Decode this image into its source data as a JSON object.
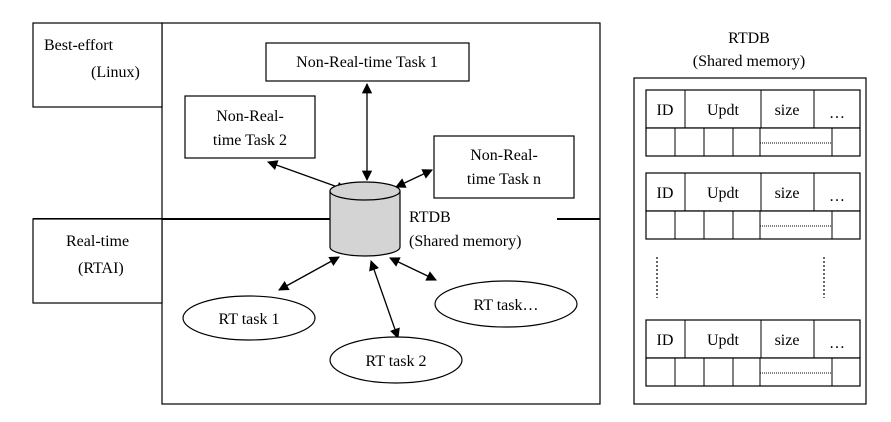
{
  "left_panel": {
    "zone_best_effort": {
      "line1": "Best-effort",
      "line2": "(Linux)"
    },
    "zone_real_time": {
      "line1": "Real-time",
      "line2": "(RTAI)"
    },
    "tasks_non_rt": [
      {
        "lines": [
          "Non-Real-time Task 1"
        ]
      },
      {
        "lines": [
          "Non-Real-",
          "time Task 2"
        ]
      },
      {
        "lines": [
          "Non-Real-",
          "time Task n"
        ]
      }
    ],
    "rtdb": {
      "title": "RTDB",
      "subtitle": "(Shared memory)"
    },
    "tasks_rt": [
      {
        "label": "RT task 1"
      },
      {
        "label": "RT task 2"
      },
      {
        "label": "RT task…"
      }
    ]
  },
  "right_panel": {
    "title": "RTDB",
    "subtitle": "(Shared memory)",
    "records": [
      {
        "id": "ID",
        "updt": "Updt",
        "size": "size",
        "more": "…"
      },
      {
        "id": "ID",
        "updt": "Updt",
        "size": "size",
        "more": "…"
      },
      {
        "id": "ID",
        "updt": "Updt",
        "size": "size",
        "more": "…"
      }
    ]
  }
}
